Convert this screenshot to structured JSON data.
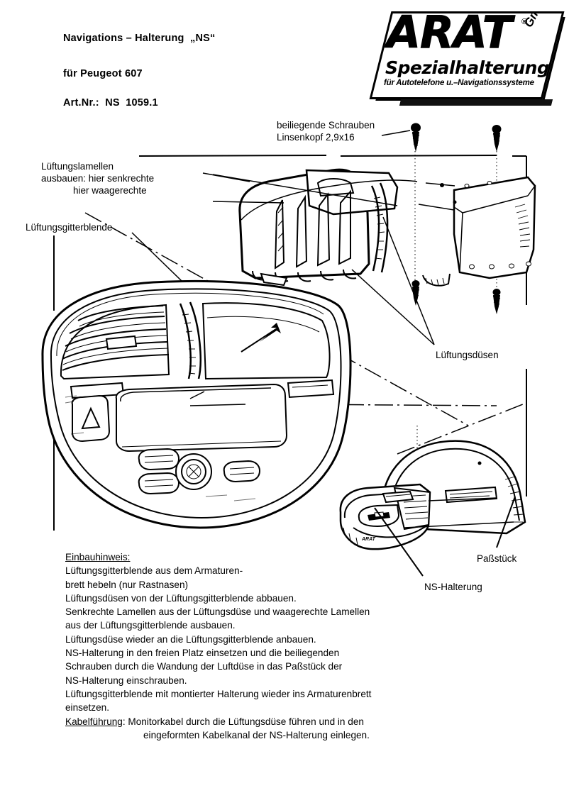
{
  "document": {
    "title_line": "Navigations – Halterung  „NS“",
    "model_line": "für Peugeot 607",
    "article_line": "Art.Nr.:  NS  1059.1"
  },
  "logo": {
    "brand": "ARAT",
    "registered": "®",
    "company_form": "GmbH",
    "tagline": "Spezialhalterungen",
    "subtitle": "für Autotelefone u.–Navigationssysteme"
  },
  "callouts": {
    "screws": "beiliegende Schrauben\nLinsenkopf 2,9x16",
    "lamellen": "Lüftungslamellen\nausbauen: hier senkrechte\n            hier waagerechte",
    "gitterblende": "Lüftungsgitterblende",
    "duesen": "Lüftungsdüsen",
    "passtueck": "Paßstück",
    "nshalterung": "NS-Halterung"
  },
  "bracket_emboss": "ARAT",
  "instructions": {
    "heading": "Einbauhinweis:",
    "lines": [
      "Lüftungsgitterblende aus dem Armaturen-",
      "brett hebeln (nur Rastnasen)",
      "Lüftungsdüsen von der Lüftungsgitterblende abbauen.",
      "Senkrechte Lamellen aus der Lüftungsdüse und waagerechte Lamellen",
      "aus der Lüftungsgitterblende ausbauen.",
      "Lüftungsdüse wieder an die Lüftungsgitterblende anbauen.",
      "NS-Halterung in den freien Platz einsetzen und die beiliegenden",
      "Schrauben durch die Wandung der Luftdüse in das Paßstück der",
      "NS-Halterung einschrauben.",
      "Lüftungsgitterblende mit montierter Halterung wieder ins Armaturenbrett",
      "einsetzen."
    ],
    "cable_heading": "Kabelführung",
    "cable_line1": ": Monitorkabel durch die Lüftungsdüse führen und in den",
    "cable_line2": "eingeformten Kabelkanal der NS-Halterung einlegen."
  },
  "colors": {
    "ink": "#000000",
    "paper": "#ffffff"
  }
}
